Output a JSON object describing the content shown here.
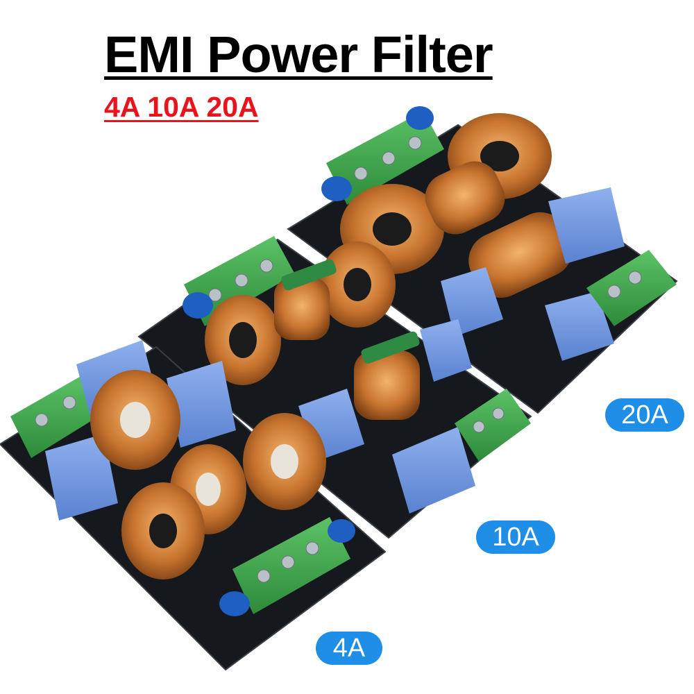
{
  "title": "EMI Power Filter",
  "subtitle": "4A 10A 20A",
  "boards": [
    {
      "badge": "20A"
    },
    {
      "badge": "10A"
    },
    {
      "badge": "4A"
    }
  ],
  "colors": {
    "title": "#000000",
    "subtitle": "#e8141d",
    "badge": "#1f8ee6",
    "pcb": "#15181c",
    "terminal": "#3fa34d",
    "copper_coil": "#c8742f",
    "capacitor_box": "#6f96df",
    "y_capacitor": "#1f5fc2"
  }
}
